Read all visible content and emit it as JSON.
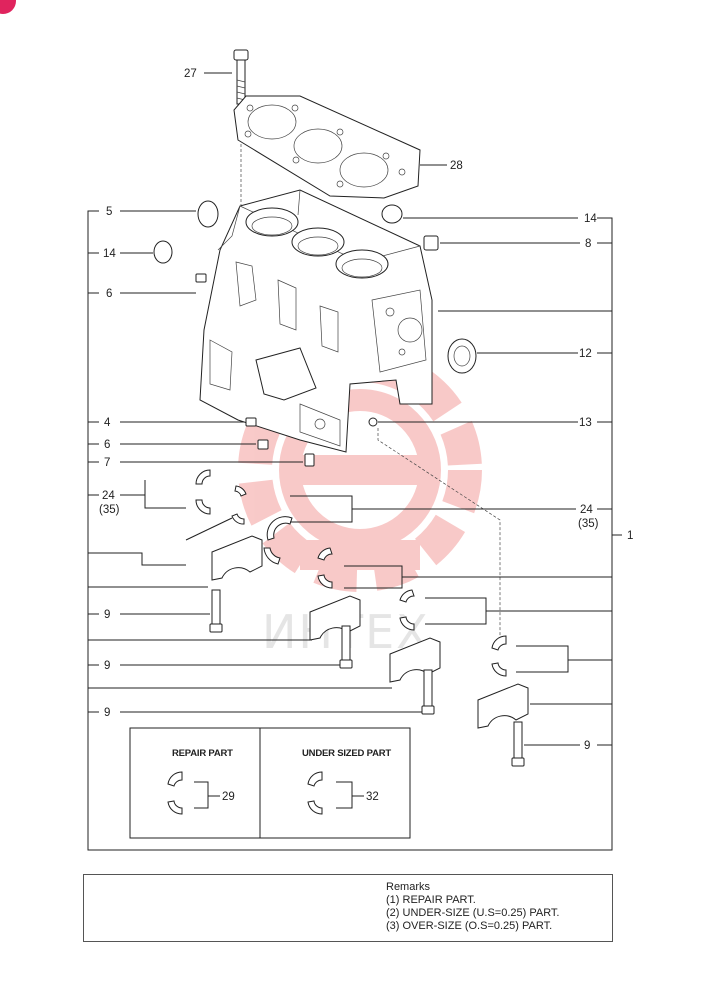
{
  "callouts": {
    "c27": "27",
    "c28": "28",
    "c5": "5",
    "c14l": "14",
    "c6a": "6",
    "c14r": "14",
    "c8": "8",
    "c12": "12",
    "c13": "13",
    "c4": "4",
    "c6b": "6",
    "c7": "7",
    "c24l": "24",
    "c35l": "(35)",
    "c24r": "24",
    "c35r": "(35)",
    "c1": "1",
    "c9a": "9",
    "c9b": "9",
    "c9c": "9",
    "c9d": "9",
    "c29": "29",
    "c32": "32"
  },
  "insets": {
    "repair_title": "REPAIR PART",
    "undersized_title": "UNDER SIZED PART"
  },
  "watermark": {
    "text": "ИНТЕХ"
  },
  "remarks": {
    "title": "Remarks",
    "lines": [
      "(1) REPAIR PART.",
      "(2) UNDER-SIZE (U.S=0.25) PART.",
      "(3) OVER-SIZE (O.S=0.25) PART."
    ]
  },
  "colors": {
    "watermark_red": "#e8413c",
    "watermark_gray": "#d8d8d8",
    "badge": "#e0245e"
  }
}
